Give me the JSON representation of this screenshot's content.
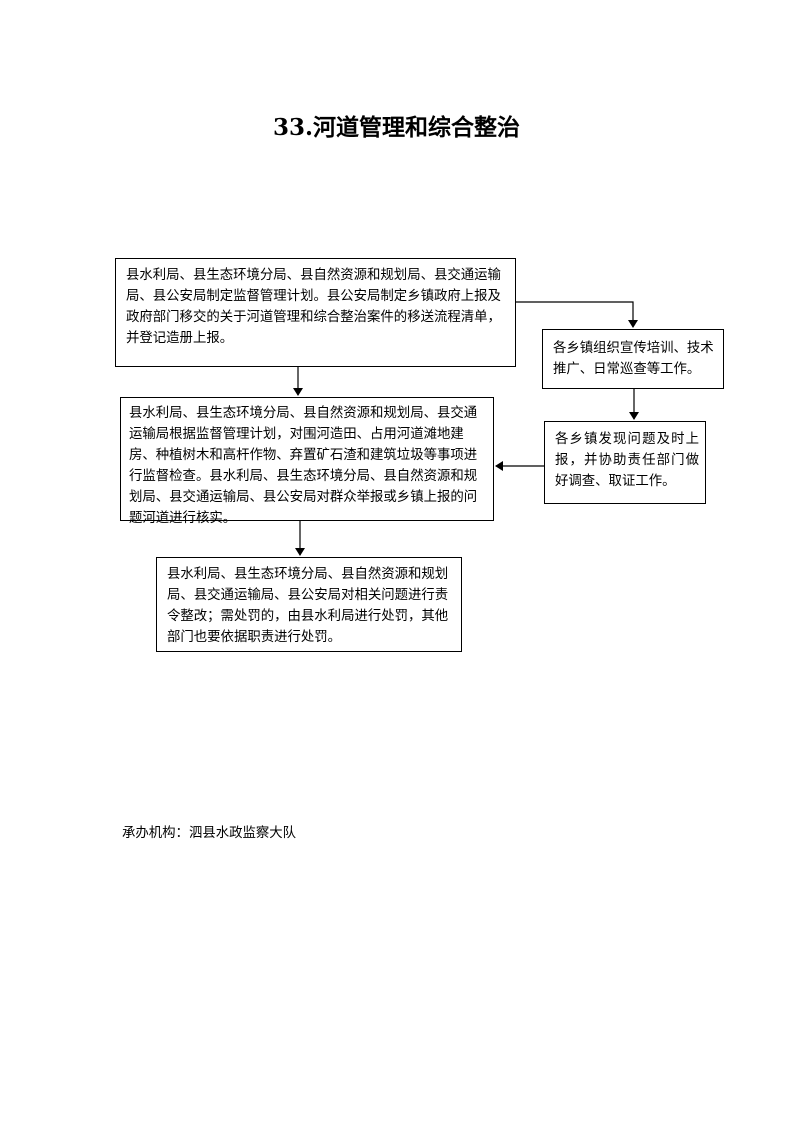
{
  "title": "33.河道管理和综合整治",
  "boxes": {
    "plan": "县水利局、县生态环境分局、县自然资源和规划局、县交通运输局、县公安局制定监督管理计划。县公安局制定乡镇政府上报及政府部门移交的关于河道管理和综合整治案件的移送流程清单，并登记造册上报。",
    "supervise": "县水利局、县生态环境分局、县自然资源和规划局、县交通运输局根据监督管理计划，对围河造田、占用河道滩地建房、种植树木和高杆作物、弃置矿石渣和建筑垃圾等事项进行监督检查。县水利局、县生态环境分局、县自然资源和规划局、县交通运输局、县公安局对群众举报或乡镇上报的问题河道进行核实。",
    "rectify": "县水利局、县生态环境分局、县自然资源和规划局、县交通运输局、县公安局对相关问题进行责令整改；需处罚的，由县水利局进行处罚，其他部门也要依据职责进行处罚。",
    "township_training": "各乡镇组织宣传培训、技术推广、日常巡查等工作。",
    "township_report": "各乡镇发现问题及时上报，并协助责任部门做好调查、取证工作。"
  },
  "footer": {
    "label": "承办机构：",
    "org": "泗县水政监察大队"
  }
}
